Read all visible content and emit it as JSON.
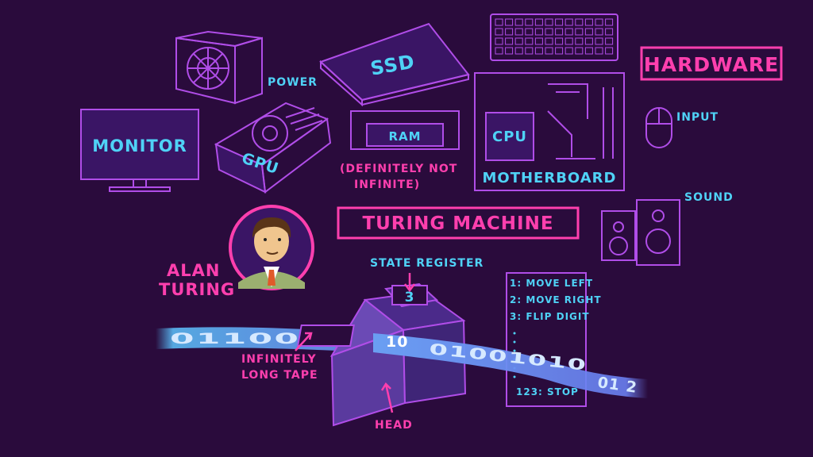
{
  "labels": {
    "hardware": "HARDWARE",
    "power": "POWER",
    "ssd": "SSD",
    "monitor": "MONITOR",
    "gpu": "GPU",
    "ram": "RAM",
    "ram_note_line1": "(DEFINITELY NOT",
    "ram_note_line2": "INFINITE)",
    "cpu": "CPU",
    "motherboard": "MOTHERBOARD",
    "input": "INPUT",
    "sound": "SOUND",
    "turing_machine": "TURING MACHINE",
    "alan_line1": "ALAN",
    "alan_line2": "TURING",
    "state_register": "STATE REGISTER",
    "state_value": "3",
    "tape_line1": "INFINITELY",
    "tape_line2": "LONG TAPE",
    "head": "HEAD"
  },
  "tape": {
    "left_digits": "0110001",
    "under_head": "10",
    "right_digits": "01001010",
    "far_right": "01 2"
  },
  "program": {
    "rules": [
      "1: MOVE LEFT",
      "2: MOVE RIGHT",
      "3: FLIP DIGIT"
    ],
    "last_rule": "123: STOP"
  },
  "colors": {
    "background": "#2a0b3c",
    "pink": "#ff3fae",
    "cyan": "#4fd2f6",
    "purple": "#b04de8"
  }
}
